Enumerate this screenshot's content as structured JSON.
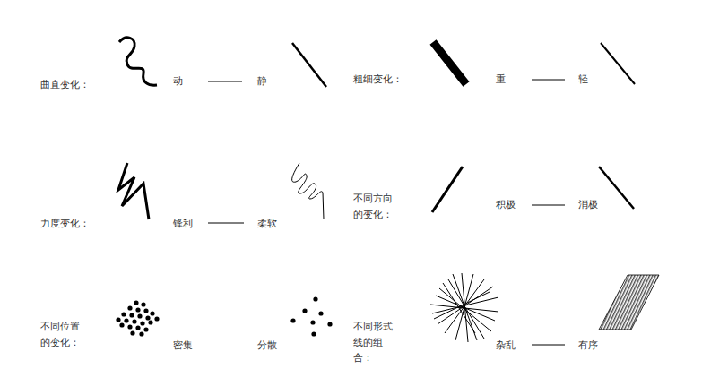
{
  "diagram": {
    "labels": [
      "曲直变化：",
      "动",
      "静",
      "粗细变化：",
      "重",
      "轻",
      "力度变化：",
      "锋利",
      "柔软",
      "不同方向 的变化：",
      "积极",
      "消极",
      "不同位置 的变化：",
      "密集",
      "分散",
      "不同形式 线的组合：",
      "杂乱",
      "有序"
    ]
  }
}
